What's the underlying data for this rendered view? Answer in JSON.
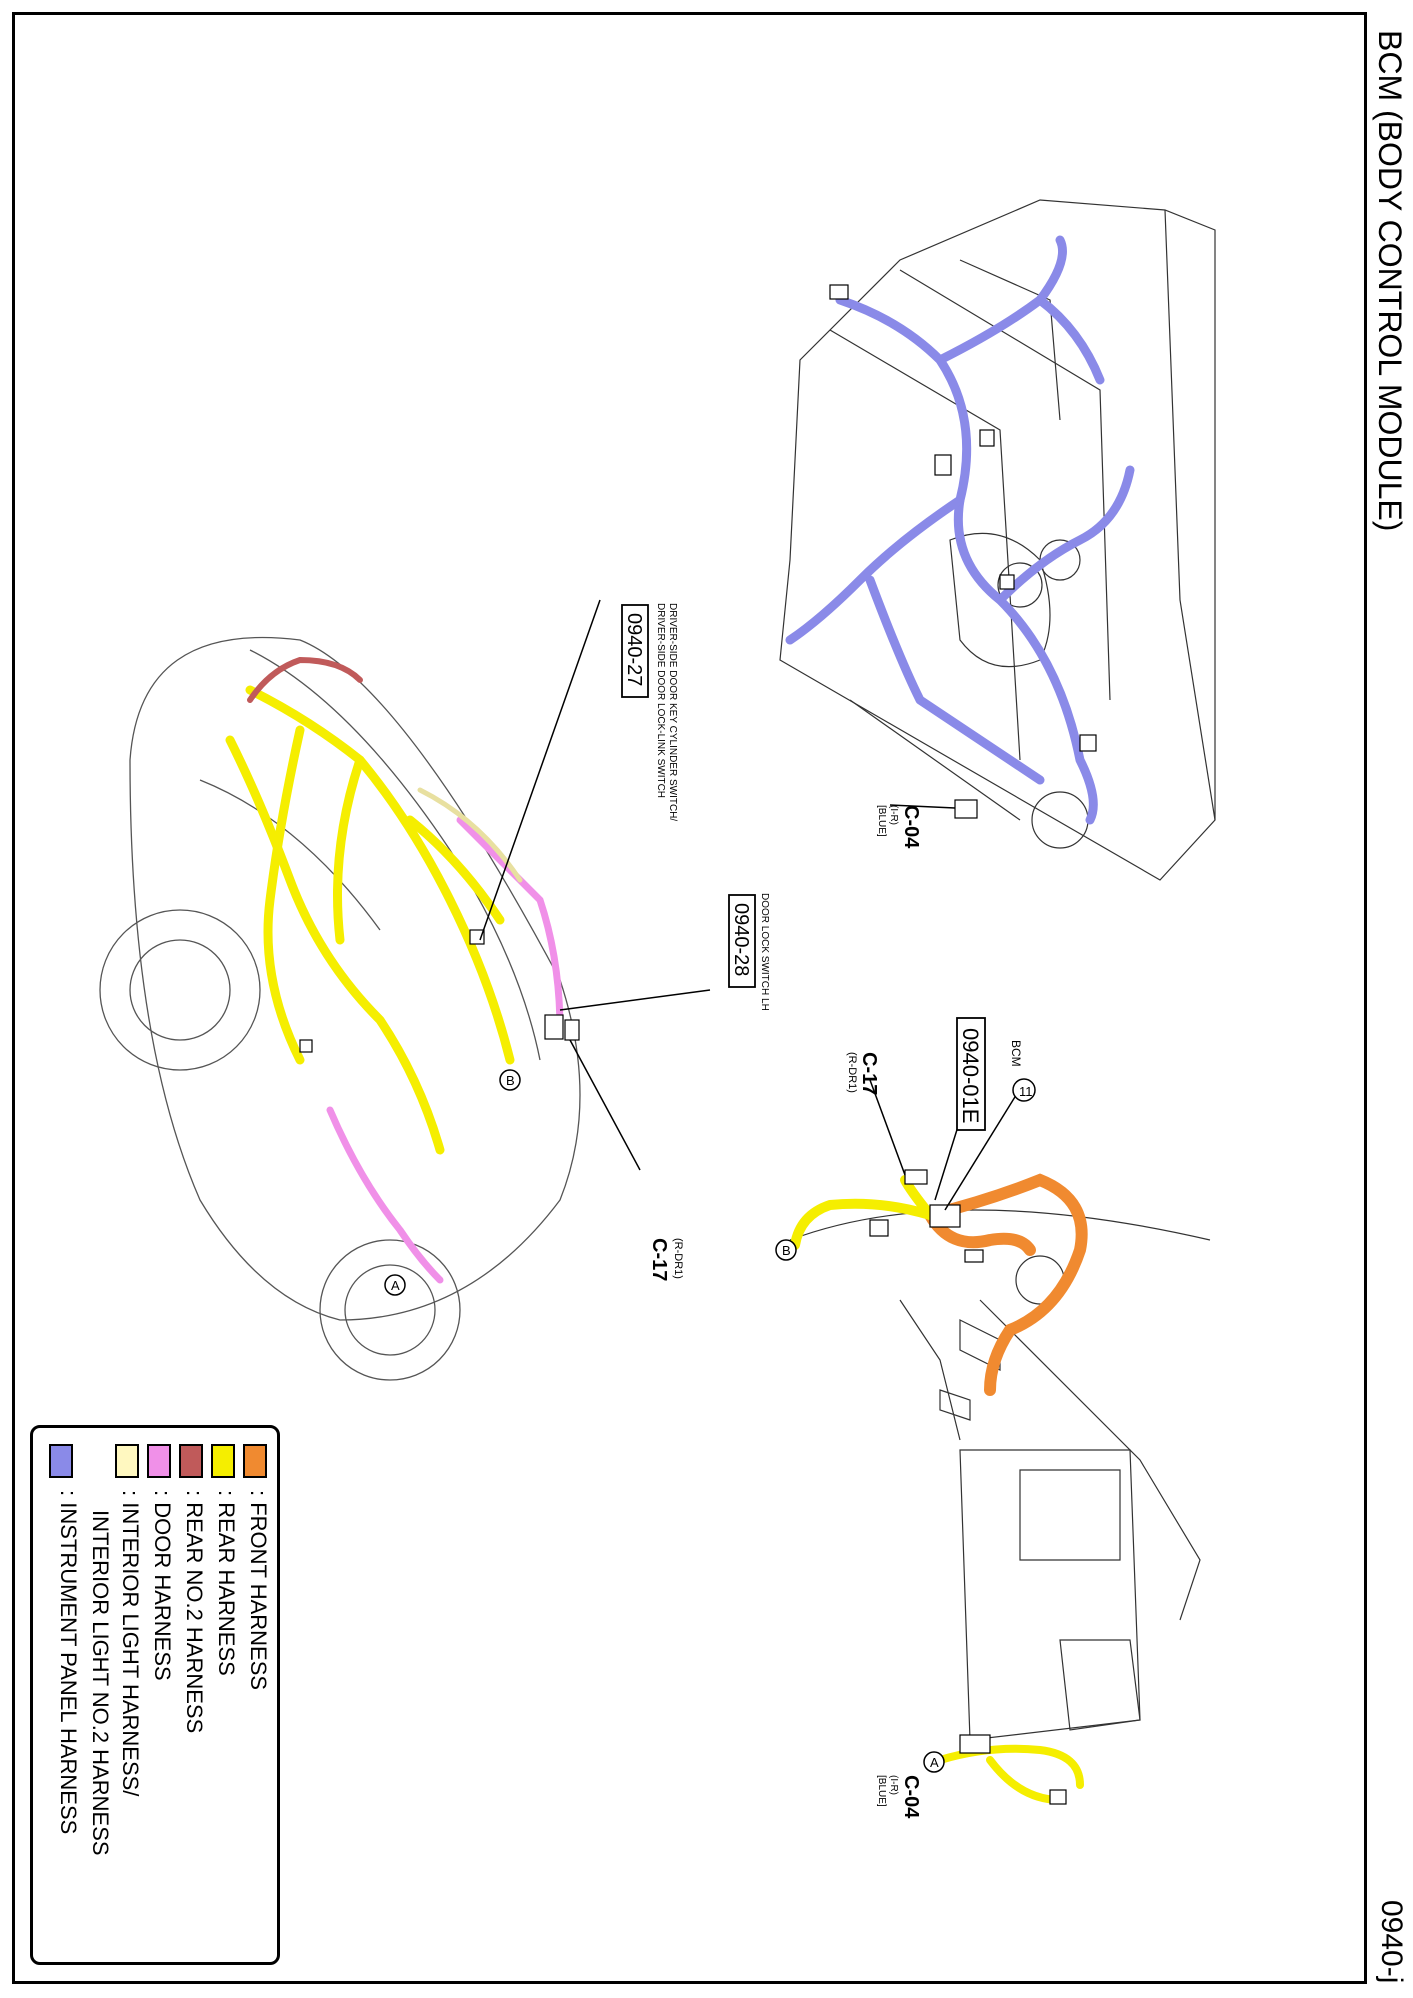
{
  "page": {
    "title": "BCM (BODY CONTROL MODULE)",
    "code": "0940-j"
  },
  "callouts": {
    "c04_top": {
      "id": "C-04",
      "line1": "(I-R)",
      "line2": "[BLUE]"
    },
    "c04_bottom": {
      "marker": "A",
      "id": "C-04",
      "line1": "(I-R)",
      "line2": "[BLUE]"
    },
    "bcm": {
      "label": "BCM",
      "ref": "0940-01E"
    },
    "c17_bcm": {
      "id": "C-17",
      "sub": "(R-DR1)"
    },
    "ground_11": {
      "label": "11"
    },
    "marker_b_bcm": {
      "label": "B"
    },
    "door_lock_switch": {
      "label": "DOOR LOCK SWITCH LH",
      "ref": "0940-28"
    },
    "driver_switch": {
      "line1": "DRIVER-SIDE DOOR KEY CYLINDER SWITCH/",
      "line2": "DRIVER-SIDE DOOR LOCK-LINK SWITCH",
      "ref": "0940-27"
    },
    "c17_car": {
      "id": "C-17",
      "sub": "(R-DR1)"
    },
    "marker_a_car": {
      "label": "A"
    },
    "marker_b_car": {
      "label": "B"
    }
  },
  "legend": {
    "items": [
      {
        "color": "#F08A30",
        "text": ": FRONT HARNESS"
      },
      {
        "color": "#F5EE00",
        "text": ": REAR HARNESS"
      },
      {
        "color": "#C05A5A",
        "text": ": REAR NO.2 HARNESS"
      },
      {
        "color": "#F090E8",
        "text": ": DOOR HARNESS"
      },
      {
        "color": "#FFF8C0",
        "text": ": INTERIOR LIGHT HARNESS/"
      },
      {
        "color": "#8A8AE8",
        "text": ": INSTRUMENT PANEL HARNESS"
      }
    ],
    "continuation": "INTERIOR LIGHT NO.2 HARNESS"
  },
  "colors": {
    "front": "#F08A30",
    "rear": "#F5EE00",
    "rear2": "#C05A5A",
    "door": "#F090E8",
    "interior": "#FFF8C0",
    "instrument": "#8A8AE8"
  }
}
